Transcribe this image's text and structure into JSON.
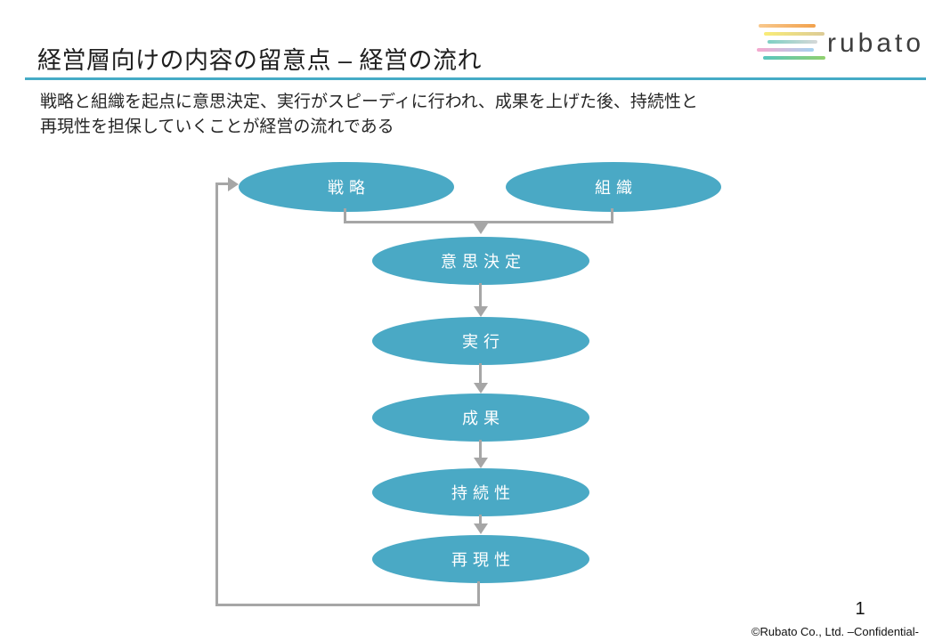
{
  "slide": {
    "title": "経営層向けの内容の留意点 – 経営の流れ",
    "lead": {
      "line1": "戦略と組織を起点に意思決定、実行がスピーディに行われ、成果を上げた後、持続性と",
      "line2": "再現性を担保していくことが経営の流れである"
    },
    "page_number": "1",
    "footer": "©Rubato Co., Ltd. –Confidential-"
  },
  "logo": {
    "text": "rubato",
    "stripe_colors": [
      "#F2A14C",
      "#F9EC77",
      "#7FD0C4",
      "#F5A9CE",
      "#90D06E"
    ]
  },
  "diagram": {
    "nodes": [
      {
        "id": "strategy",
        "label": "戦略"
      },
      {
        "id": "organization",
        "label": "組織"
      },
      {
        "id": "decision-making",
        "label": "意思決定"
      },
      {
        "id": "execution",
        "label": "実行"
      },
      {
        "id": "results",
        "label": "成果"
      },
      {
        "id": "sustainability",
        "label": "持続性"
      },
      {
        "id": "reproducibility",
        "label": "再現性"
      }
    ]
  },
  "colors": {
    "node_fill": "#4AA9C5",
    "connector_gray": "#A6A6A6",
    "title_rule_teal": "#45ABC6",
    "text_dark": "#262626"
  }
}
